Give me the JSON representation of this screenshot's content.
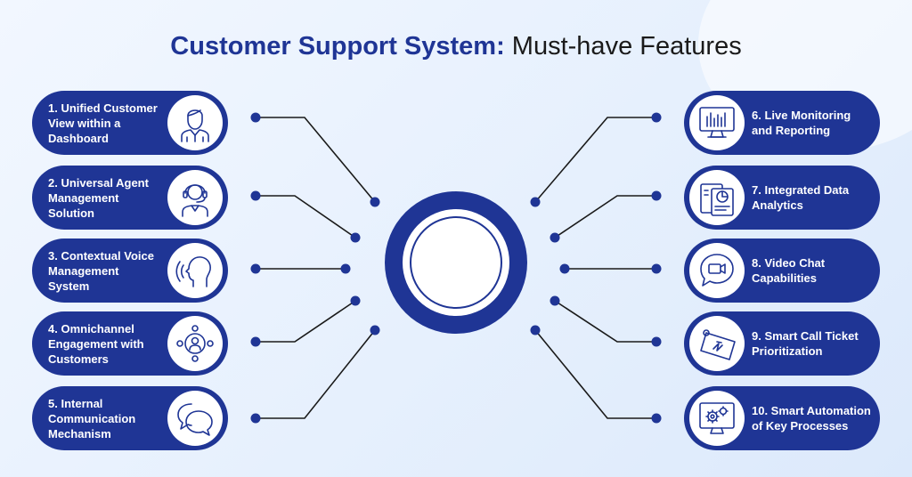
{
  "title": {
    "bold": "Customer Support System:",
    "rest": " Must-have Features"
  },
  "features_left": [
    {
      "label": "1. Unified Customer View within a Dashboard",
      "icon": "person-icon"
    },
    {
      "label": "2. Universal Agent Management Solution",
      "icon": "headset-agent-icon"
    },
    {
      "label": "3. Contextual Voice Management System",
      "icon": "voice-head-icon"
    },
    {
      "label": "4. Omnichannel Engagement with Customers",
      "icon": "network-icon"
    },
    {
      "label": "5. Internal Communication Mechanism",
      "icon": "chat-bubbles-icon"
    }
  ],
  "features_right": [
    {
      "label": "6. Live Monitoring and Reporting",
      "icon": "monitor-chart-icon"
    },
    {
      "label": "7. Integrated Data Analytics",
      "icon": "analytics-report-icon"
    },
    {
      "label": "8. Video Chat Capabilities",
      "icon": "video-chat-icon"
    },
    {
      "label": "9. Smart Call Ticket Prioritization",
      "icon": "ticket-icon"
    },
    {
      "label": "10. Smart Automation of Key Processes",
      "icon": "gears-monitor-icon"
    }
  ],
  "colors": {
    "primary": "#1f3595",
    "line": "#1a1a1a",
    "background": "#eaf2fd"
  }
}
